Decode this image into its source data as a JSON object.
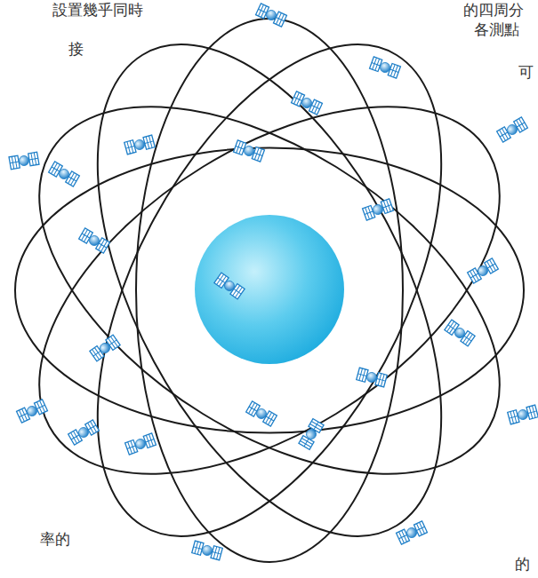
{
  "diagram": {
    "labels": [
      "設置幾乎同時",
      "接",
      "的四周分",
      "各測點",
      "可",
      "率的",
      "的"
    ]
  }
}
